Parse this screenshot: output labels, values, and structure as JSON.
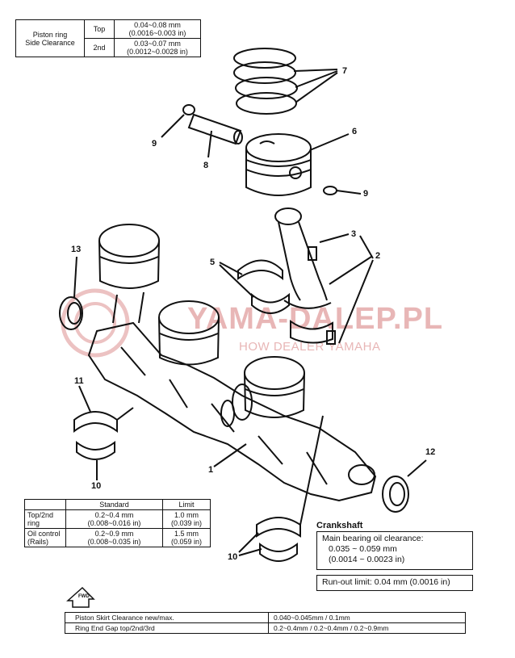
{
  "ring_clearance": {
    "title": "Piston ring",
    "subtitle": "Side Clearance",
    "top_label": "Top",
    "top_mm": "0.04~0.08 mm",
    "top_in": "(0.0016~0.003 in)",
    "second_label": "2nd",
    "second_mm": "0.03~0.07 mm",
    "second_in": "(0.0012~0.0028 in)"
  },
  "callouts": {
    "n1": "1",
    "n2": "2",
    "n3": "3",
    "n5": "5",
    "n6": "6",
    "n7": "7",
    "n8": "8",
    "n9a": "9",
    "n9b": "9",
    "n10a": "10",
    "n10b": "10",
    "n11": "11",
    "n12": "12",
    "n13": "13"
  },
  "watermark": {
    "main": "YAMA-DALEP.PL",
    "sub": "HOW    DEALER YAMAHA"
  },
  "ring_gap": {
    "standard_header": "Standard",
    "limit_header": "Limit",
    "row1_label": "Top/2nd ring",
    "row1_std_mm": "0.2~0.4 mm",
    "row1_std_in": "(0.008~0.016 in)",
    "row1_lim_mm": "1.0 mm",
    "row1_lim_in": "(0.039 in)",
    "row2_label1": "Oil control",
    "row2_label2": "(Rails)",
    "row2_std_mm": "0.2~0.9 mm",
    "row2_std_in": "(0.008~0.035 in)",
    "row2_lim_mm": "1.5 mm",
    "row2_lim_in": "(0.059 in)"
  },
  "crankshaft": {
    "title": "Crankshaft",
    "oil_label": "Main bearing oil clearance:",
    "oil_mm": "0.035 ~ 0.059 mm",
    "oil_in": "(0.0014 ~ 0.0023 in)",
    "runout": "Run-out limit: 0.04 mm (0.0016 in)"
  },
  "fwd": "FWD",
  "bottom_table": {
    "row1_label": "Piston Skirt Clearance new/max.",
    "row1_value": "0.040~0.045mm / 0.1mm",
    "row2_label": "Ring End Gap top/2nd/3rd",
    "row2_value": "0.2~0.4mm / 0.2~0.4mm / 0.2~0.9mm"
  }
}
